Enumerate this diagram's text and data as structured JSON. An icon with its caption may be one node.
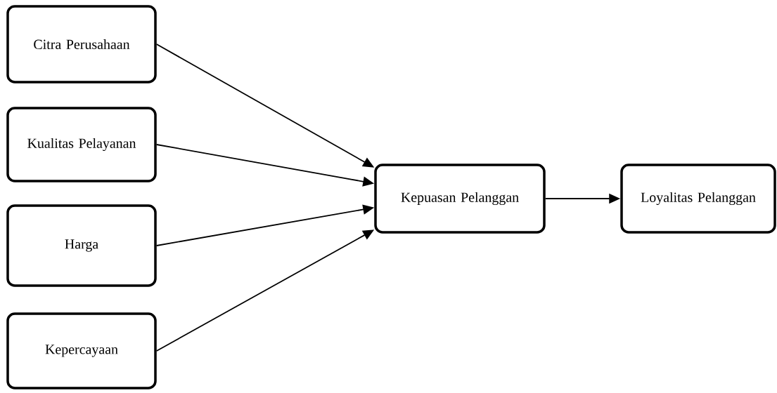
{
  "diagram": {
    "nodes": [
      {
        "text": [
          "Citra Perusahaan"
        ]
      },
      {
        "text": [
          "Kualitas Pelayanan"
        ]
      },
      {
        "text": [
          "Harga"
        ]
      },
      {
        "text": [
          "Kepercayaan"
        ]
      },
      {
        "text": [
          "Kepuasan Pelanggan"
        ]
      },
      {
        "text": [
          "Loyalitas Pelanggan"
        ]
      }
    ],
    "edges": [
      {
        "from": 0,
        "to": 4,
        "arrow": "to"
      },
      {
        "from": 1,
        "to": 4,
        "arrow": "to"
      },
      {
        "from": 2,
        "to": 4,
        "arrow": "to"
      },
      {
        "from": 3,
        "to": 4,
        "arrow": "to"
      },
      {
        "from": 4,
        "to": 5,
        "arrow": "to"
      }
    ]
  }
}
